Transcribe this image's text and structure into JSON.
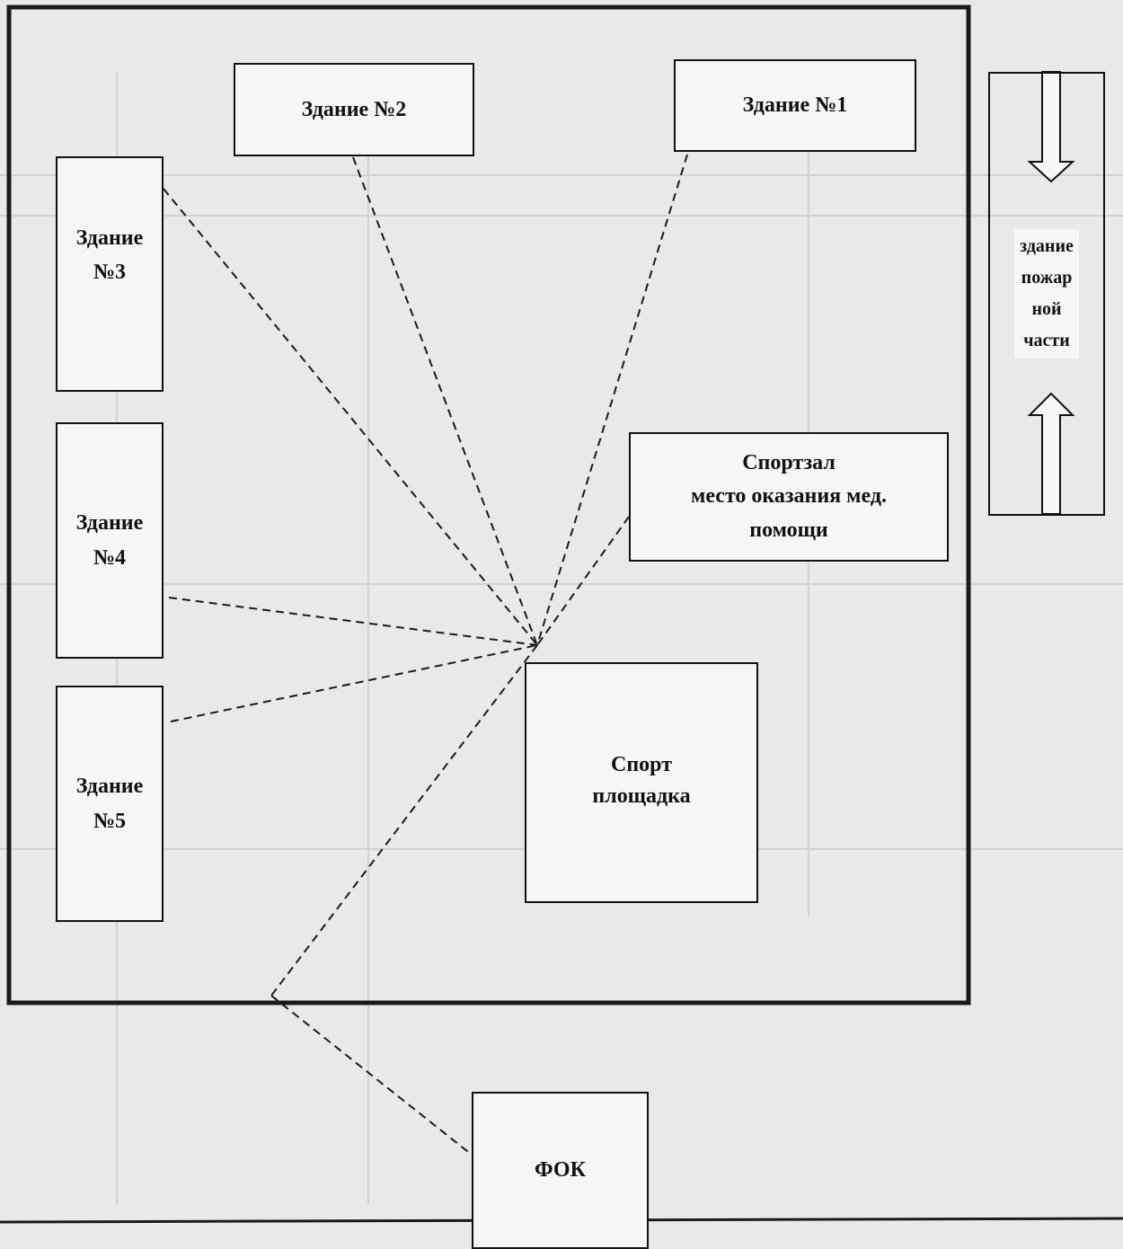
{
  "buildings": {
    "b1": "Здание №1",
    "b2": "Здание №2",
    "b3": [
      "Здание",
      "№3"
    ],
    "b4": [
      "Здание",
      "№4"
    ],
    "b5": [
      "Здание",
      "№5"
    ]
  },
  "gym": [
    "Спортзал",
    "место оказания мед.",
    "помощи"
  ],
  "sports_ground": [
    "Спорт",
    "площадка"
  ],
  "fok": "ФОК",
  "fire_station": [
    "здание",
    "пожар",
    "ной",
    "части"
  ],
  "colors": {
    "background": "#e9e9e9",
    "box_fill": "#f6f6f6",
    "line": "#111111"
  }
}
